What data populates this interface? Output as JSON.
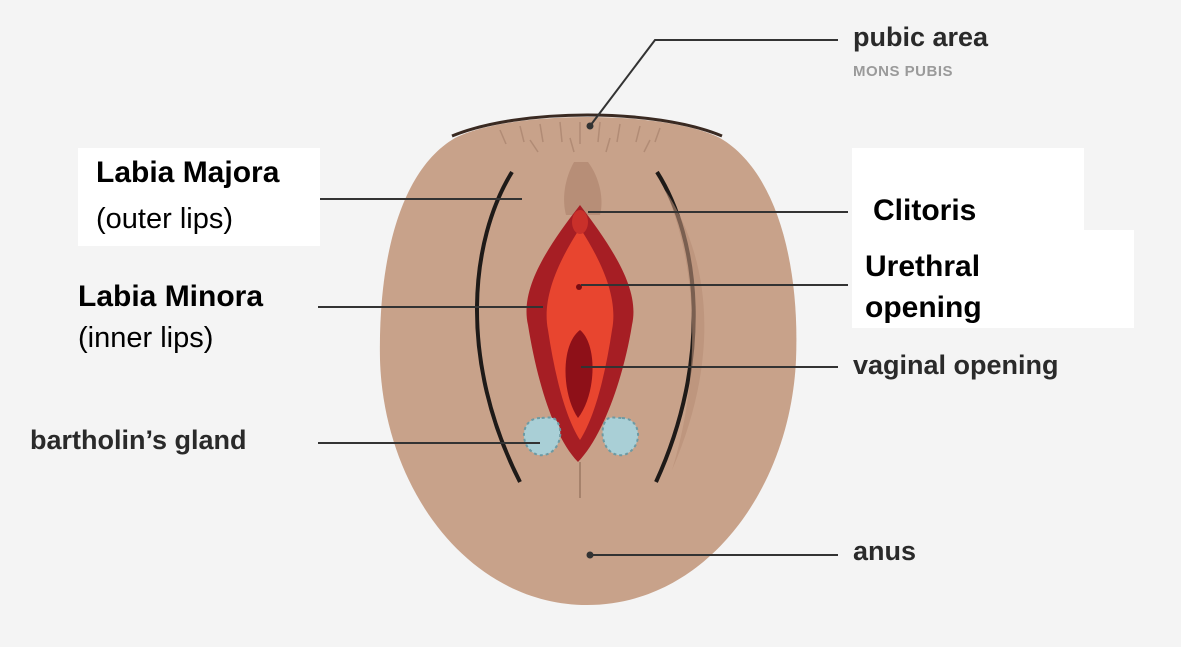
{
  "labels": {
    "pubic_area": "pubic area",
    "mons_pubis": "MONS PUBIS",
    "labia_majora": "Labia Majora",
    "labia_majora_sub": "(outer lips)",
    "clitoris": "Clitoris",
    "labia_minora": "Labia Minora",
    "labia_minora_sub": "(inner lips)",
    "urethral_line1": "Urethral",
    "urethral_line2": "opening",
    "vaginal_opening": "vaginal opening",
    "bartholins_gland": "bartholin’s gland",
    "anus": "anus"
  },
  "colors": {
    "skin": "#c8a28a",
    "skin_shadow": "#b78e77",
    "labia_outer": "#a61e24",
    "labia_inner": "#e8452f",
    "opening": "#8e1018",
    "gland": "#a9cfd6",
    "line": "#333333"
  }
}
